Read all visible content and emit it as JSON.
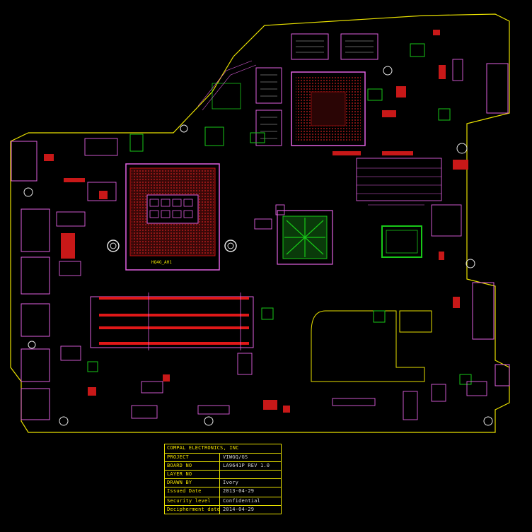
{
  "title_block": {
    "company": "COMPAL ELECTRONICS, INC",
    "rows": [
      {
        "label": "PROJECT",
        "value": "VIWGQ/GS"
      },
      {
        "label": "BOARD NO",
        "value": "LA9641P    REV 1.0"
      },
      {
        "label": "LAYER NO",
        "value": ""
      },
      {
        "label": "DRAWN BY",
        "value": "Ivory"
      },
      {
        "label": "Issued Date",
        "value": "2013-04-29"
      },
      {
        "label": "Security level",
        "value": "Confidential"
      },
      {
        "label": "Decipherment date",
        "value": "2014-04-29"
      }
    ]
  },
  "silkscreen": {
    "cpu_label": "HQ4G_A01"
  },
  "colors": {
    "background": "#000000",
    "outline": "#e8e000",
    "component": "#e060e0",
    "copper_red": "#e01818",
    "copper_green": "#18c818",
    "text_yellow": "#f0e000",
    "text_gray": "#d8d8d8"
  }
}
